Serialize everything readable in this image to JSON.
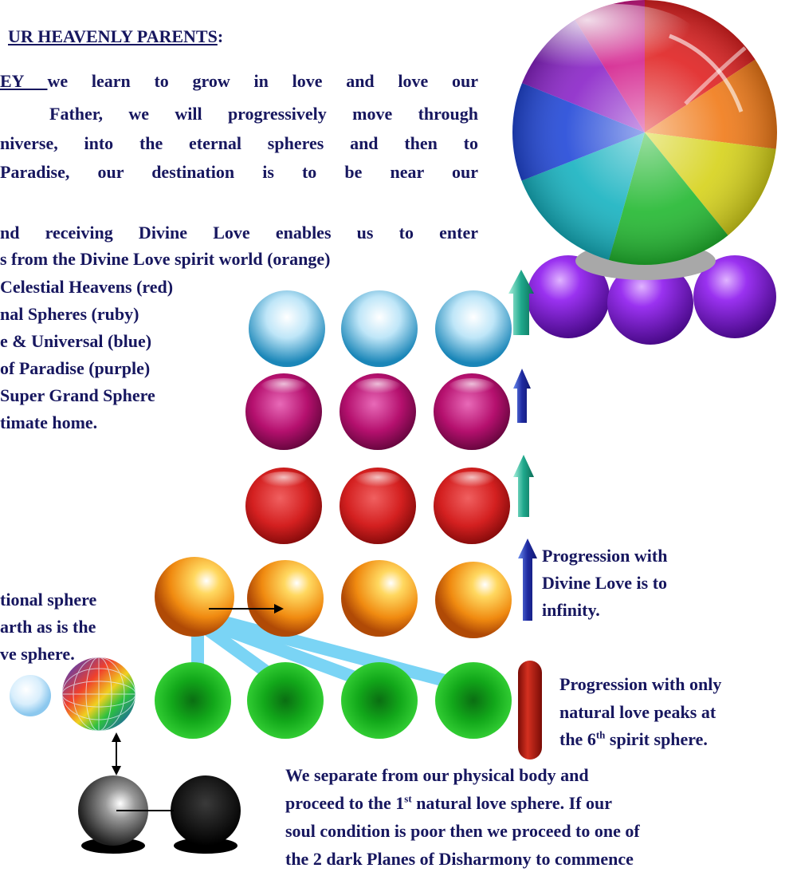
{
  "heading": {
    "text": "UR HEAVENLY PARENTS",
    "colon": ":"
  },
  "intro": {
    "line1_link": "EY ",
    "line1_rest": "we learn to grow in love and love our",
    "line2": "Father, we will progressively move through",
    "line3": "niverse, into the eternal spheres and then to",
    "line4": "Paradise, our destination is to be near our"
  },
  "receiving": {
    "line1": "nd receiving Divine Love enables us to enter",
    "line2": "s from the Divine Love spirit world (orange)"
  },
  "levels": [
    "Celestial Heavens (red)",
    "nal Spheres (ruby)",
    "e & Universal (blue)",
    "of Paradise (purple)",
    "Super Grand Sphere",
    "timate home."
  ],
  "transitional": {
    "line1": "tional sphere",
    "line2": "arth as is the",
    "line3": "ve sphere."
  },
  "divine_progression": {
    "line1": "Progression with",
    "line2": "Divine Love is to",
    "line3": "infinity."
  },
  "natural_progression": {
    "line1": "Progression with only",
    "line2": "natural love peaks at",
    "line3_pre": "the 6",
    "line3_sup": "th",
    "line3_post": " spirit sphere."
  },
  "separation": {
    "line1": "We separate from our physical body and",
    "line2_pre": "proceed to the 1",
    "line2_sup": "st",
    "line2_post": " natural love sphere.  If our",
    "line3": "soul condition is poor then we proceed to one of",
    "line4": "the 2 dark Planes of Disharmony to commence"
  },
  "colors": {
    "text": "#17175f",
    "orange": "#f08a10",
    "red": "#d42020",
    "ruby": "#b5106e",
    "blue": "#2aa6d6",
    "purple": "#8a22e0",
    "green": "#12b81a",
    "arrow_dark_blue": "#1f2aa0",
    "arrow_teal": "#1fa88c"
  },
  "icons": [
    "rainbow-globe-icon",
    "earth-globe-icon",
    "arrow-up-icon"
  ]
}
